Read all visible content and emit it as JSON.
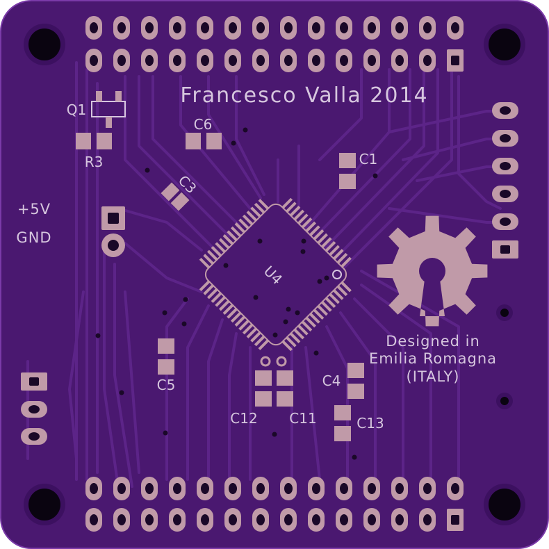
{
  "board": {
    "colors": {
      "background": "#ffffff",
      "soldermask": "#4a1870",
      "mask_edge": "#7a3aa8",
      "trace": "#5c2488",
      "copper": "#c09aa8",
      "silkscreen": "#d6c6de",
      "hole": "#0a0410",
      "via": "#1a0828"
    },
    "credit": "Francesco Valla 2014",
    "power_labels": [
      "+5V",
      "GND"
    ],
    "origin_text": [
      "Designed in",
      "Emilia Romagna",
      "(ITALY)"
    ],
    "logo_icon": "open-hardware-gear-icon",
    "chip_ref": "U4"
  },
  "components": {
    "Q1": "Q1",
    "R3": "R3",
    "C1": "C1",
    "C3": "C3",
    "C4": "C4",
    "C5": "C5",
    "C6": "C6",
    "C11": "C11",
    "C12": "C12",
    "C13": "C13"
  }
}
